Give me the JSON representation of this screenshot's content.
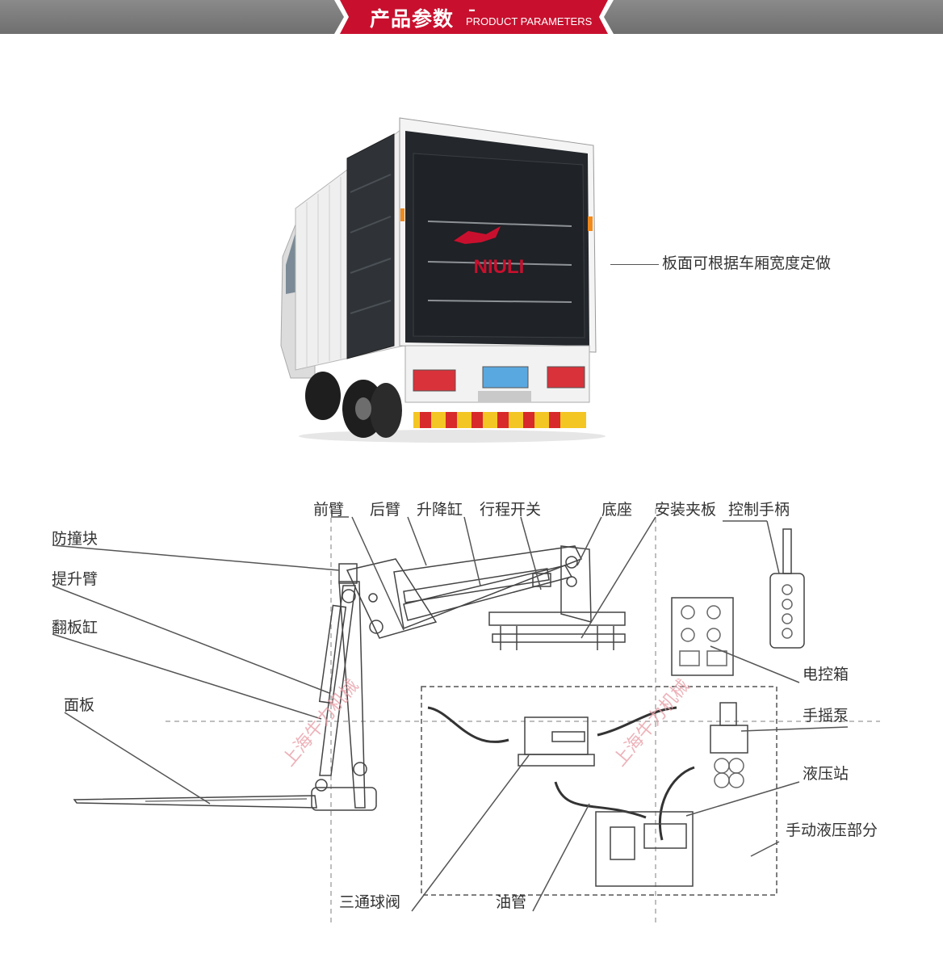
{
  "header": {
    "title": "产品参数",
    "dash": "–",
    "subtitle": "PRODUCT PARAMETERS"
  },
  "truck_photo": {
    "brand_logo": "NIULI",
    "callout": "板面可根据车厢宽度定做"
  },
  "diagram": {
    "labels": {
      "front_arm": "前臂",
      "rear_arm": "后臂",
      "lift_cylinder": "升降缸",
      "travel_switch": "行程开关",
      "base": "底座",
      "mount_clamp": "安装夹板",
      "control_handle": "控制手柄",
      "anti_collision_block": "防撞块",
      "lift_arm": "提升臂",
      "tilt_cylinder": "翻板缸",
      "platform": "面板",
      "control_box": "电控箱",
      "hand_pump": "手摇泵",
      "hydraulic_station": "液压站",
      "manual_hydraulic": "手动液压部分",
      "three_way_valve": "三通球阀",
      "oil_pipe": "油管"
    },
    "watermark": "上海牛力机械"
  },
  "colors": {
    "banner": "#7a7a7a",
    "banner_red": "#c8102e",
    "line": "#555555",
    "watermark": "#e8a0a8"
  }
}
